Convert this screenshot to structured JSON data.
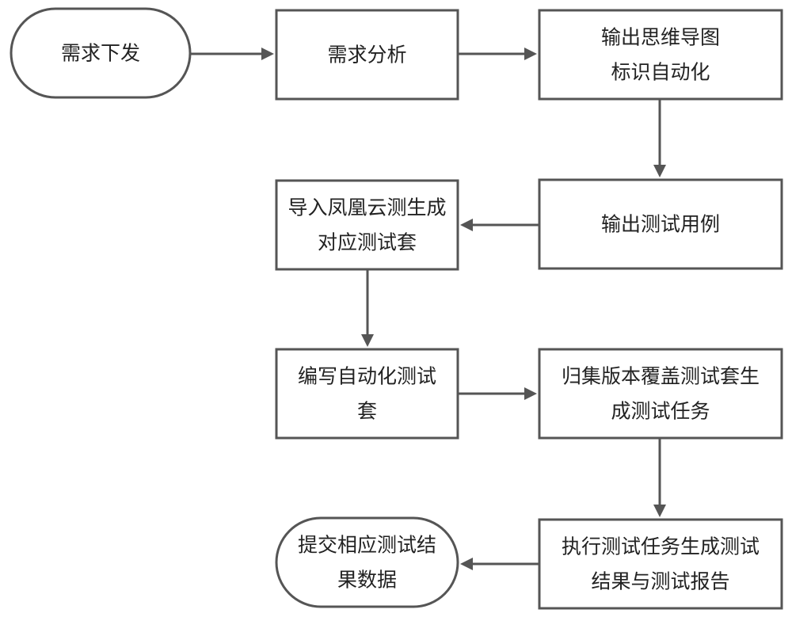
{
  "nodes": [
    {
      "id": "start",
      "shape": "terminal",
      "lines": [
        "需求下发"
      ]
    },
    {
      "id": "analysis",
      "shape": "process",
      "lines": [
        "需求分析"
      ]
    },
    {
      "id": "mindmap",
      "shape": "process",
      "lines": [
        "输出思维导图",
        "标识自动化"
      ]
    },
    {
      "id": "testcases",
      "shape": "process",
      "lines": [
        "输出测试用例"
      ]
    },
    {
      "id": "import",
      "shape": "process",
      "lines": [
        "导入凤凰云测生成",
        "对应测试套"
      ]
    },
    {
      "id": "write",
      "shape": "process",
      "lines": [
        "编写自动化测试",
        "套"
      ]
    },
    {
      "id": "collect",
      "shape": "process",
      "lines": [
        "归集版本覆盖测试套生",
        "成测试任务"
      ]
    },
    {
      "id": "execute",
      "shape": "process",
      "lines": [
        "执行测试任务生成测试",
        "结果与测试报告"
      ]
    },
    {
      "id": "submit",
      "shape": "terminal",
      "lines": [
        "提交相应测试结",
        "果数据"
      ]
    }
  ],
  "edges": [
    {
      "from": "start",
      "to": "analysis"
    },
    {
      "from": "analysis",
      "to": "mindmap"
    },
    {
      "from": "mindmap",
      "to": "testcases"
    },
    {
      "from": "testcases",
      "to": "import"
    },
    {
      "from": "import",
      "to": "write"
    },
    {
      "from": "write",
      "to": "collect"
    },
    {
      "from": "collect",
      "to": "execute"
    },
    {
      "from": "execute",
      "to": "submit"
    }
  ]
}
